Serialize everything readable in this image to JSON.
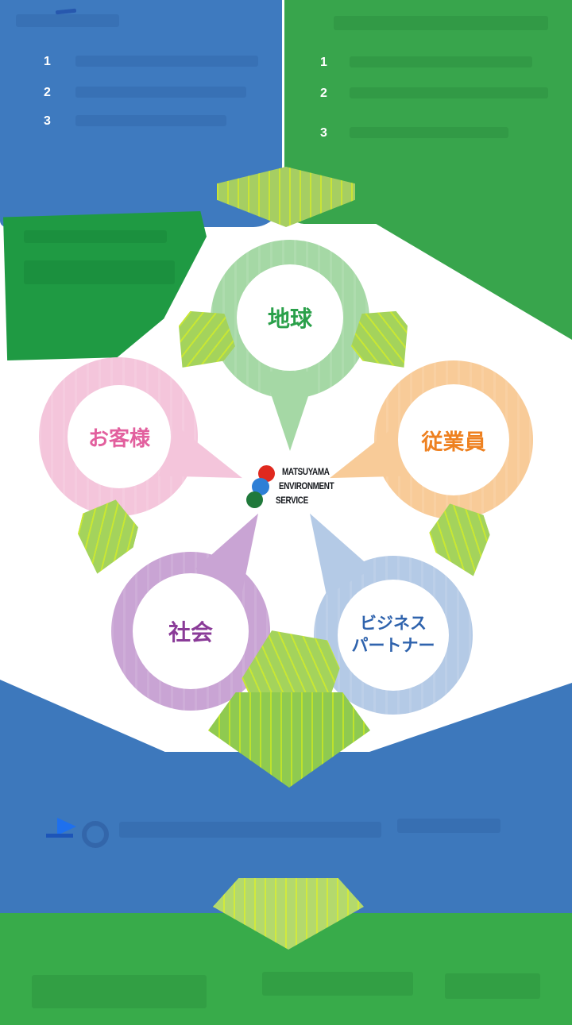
{
  "sections": {
    "top_left_blue": {
      "bg": "#3e7abf",
      "list_numbers": [
        "1",
        "2",
        "3"
      ]
    },
    "top_right_green": {
      "bg": "#38a54c",
      "list_numbers": [
        "1",
        "2",
        "3"
      ]
    },
    "mid_left_green": {
      "bg": "#1f9a43"
    },
    "bottom_blue": {
      "bg": "#3d78bc"
    },
    "bottom_green": {
      "bg": "#38ab4a"
    }
  },
  "accents": {
    "top_chevron": "#a6ce62",
    "flow_arrow": "#a4d35c",
    "mid_arrow": "#8fca50",
    "bottom_arrow": "#b4d96d",
    "pointer_blue": "#1e70ee",
    "pointer_dash_blue": "#1d55b8"
  },
  "diagram": {
    "logo": {
      "line1": "MATSUYAMA",
      "line2": "ENVIRONMENT",
      "line3": "SERVICE",
      "dot_colors": [
        "#e0291f",
        "#2e7fd6",
        "#20793b"
      ]
    },
    "stakeholders": [
      {
        "id": "earth",
        "label": "地球",
        "text_color": "#2aa04a",
        "petal_color": "#a5d8a5"
      },
      {
        "id": "customer",
        "label": "お客様",
        "text_color": "#e2609e",
        "petal_color": "#f4c5db"
      },
      {
        "id": "employee",
        "label": "従業員",
        "text_color": "#ee8121",
        "petal_color": "#f8cb98"
      },
      {
        "id": "society",
        "label": "社会",
        "text_color": "#8a3b98",
        "petal_color": "#c9a4d4"
      },
      {
        "id": "business-partner",
        "label_line1": "ビジネス",
        "label_line2": "パートナー",
        "text_color": "#2f63ad",
        "petal_color": "#b4cae6"
      }
    ]
  }
}
